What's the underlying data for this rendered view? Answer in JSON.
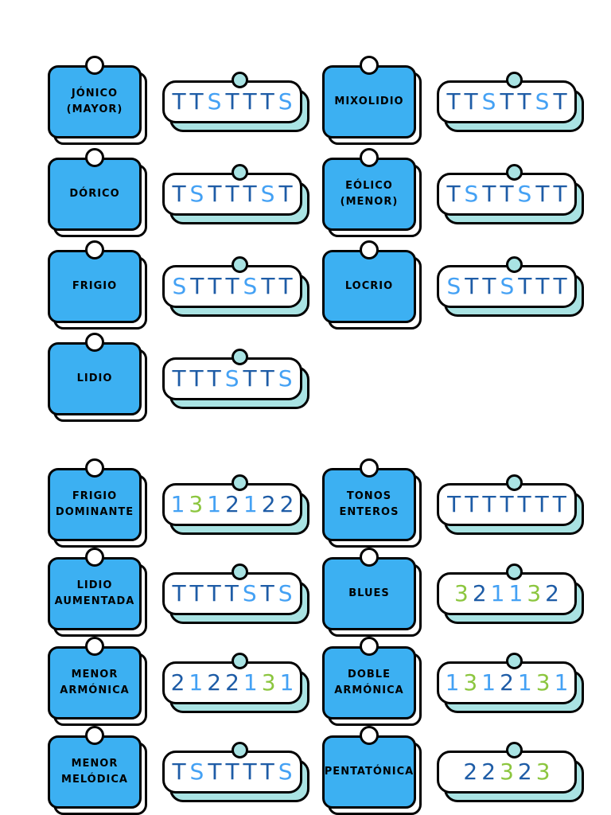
{
  "palette": {
    "bg": "#ffffff",
    "card_fill": "#3cb0f2",
    "outline": "#000000",
    "note_shadow": "#a9e3e3",
    "c_tone": "#1e5ca6",
    "c_semi": "#44a1f4",
    "c_three": "#8cc63f"
  },
  "sections": [
    {
      "rows": [
        [
          {
            "label": "JÓNICO\n(MAYOR)",
            "steps": "TTSTTTS"
          },
          {
            "label": "MIXOLIDIO",
            "steps": "TTSTTST"
          }
        ],
        [
          {
            "label": "DÓRICO",
            "steps": "TSTTTST"
          },
          {
            "label": "EÓLICO\n(MENOR)",
            "steps": "TSTTSTT"
          }
        ],
        [
          {
            "label": "FRIGIO",
            "steps": "STTTSTT"
          },
          {
            "label": "LOCRIO",
            "steps": "STTSTTT"
          }
        ],
        [
          {
            "label": "LIDIO",
            "steps": "TTTSTTS"
          }
        ]
      ]
    },
    {
      "rows": [
        [
          {
            "label": "FRIGIO\nDOMINANTE",
            "steps": "1312122"
          },
          {
            "label": "TONOS\nENTEROS",
            "steps": "TTTTTTT"
          }
        ],
        [
          {
            "label": "LIDIO\nAUMENTADA",
            "steps": "TTTTSTS"
          },
          {
            "label": "BLUES",
            "steps": "321132"
          }
        ],
        [
          {
            "label": "MENOR\nARMÓNICA",
            "steps": "2122131"
          },
          {
            "label": "DOBLE\nARMÓNICA",
            "steps": "1312131"
          }
        ],
        [
          {
            "label": "MENOR\nMELÓDICA",
            "steps": "TSTTTTS"
          },
          {
            "label": "PENTATÓNICA",
            "steps": "22323"
          }
        ]
      ]
    }
  ]
}
